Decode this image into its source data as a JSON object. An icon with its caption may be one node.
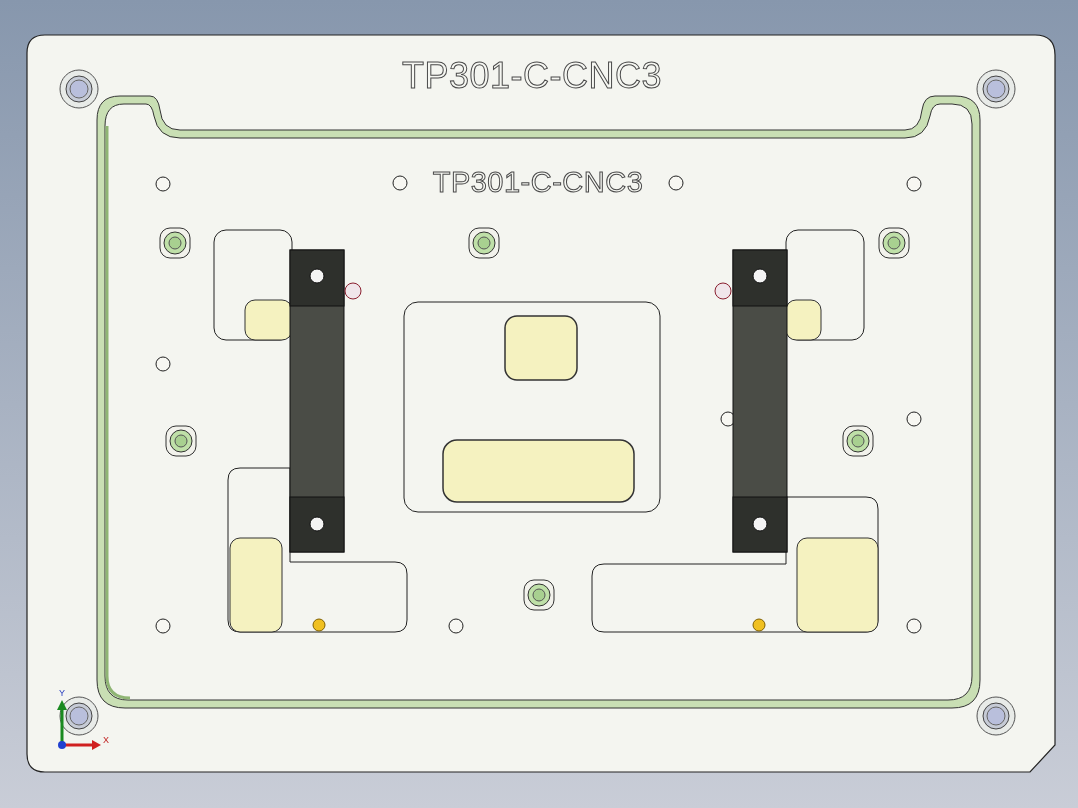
{
  "diagram": {
    "labels": [
      "TP301-C-CNC3",
      "TP301-C-CNC3",
      "Y",
      "X"
    ]
  }
}
